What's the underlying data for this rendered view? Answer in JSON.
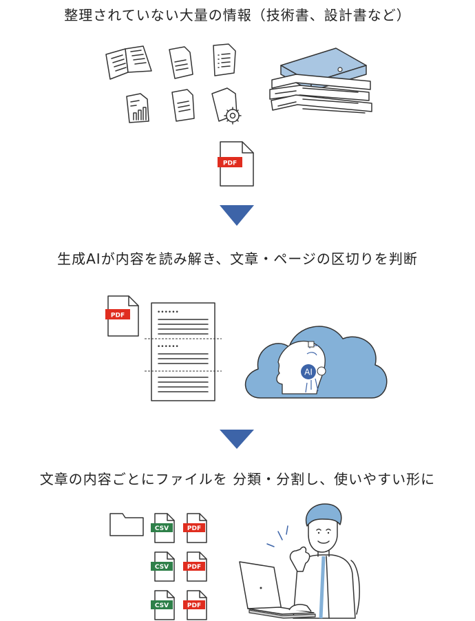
{
  "steps": [
    {
      "heading": "整理されていない大量の情報（技術書、設計書など）"
    },
    {
      "heading": "生成AIが内容を読み解き、文章・ページの区切りを判断"
    },
    {
      "heading": "文章の内容ごとにファイルを 分類・分割し、使いやすい形に"
    }
  ],
  "badges": {
    "pdf": "PDF",
    "csv": "CSV",
    "ai": "AI"
  },
  "doc_marks": [
    "••••••",
    "••••••"
  ],
  "colors": {
    "arrow": "#3d64a8",
    "pdf_red": "#e02d1f",
    "csv_green": "#2e8049",
    "cloud_blue": "#84b1d8",
    "binder_blue": "#a9c6e2",
    "line": "#333333"
  },
  "icons": [
    "open-book-icon",
    "document-icon",
    "list-document-icon",
    "chart-document-icon",
    "settings-document-icon",
    "binder-stack-icon",
    "pdf-file-icon",
    "ai-cloud-icon",
    "folder-icon",
    "csv-file-icon",
    "person-laptop-illustration"
  ]
}
